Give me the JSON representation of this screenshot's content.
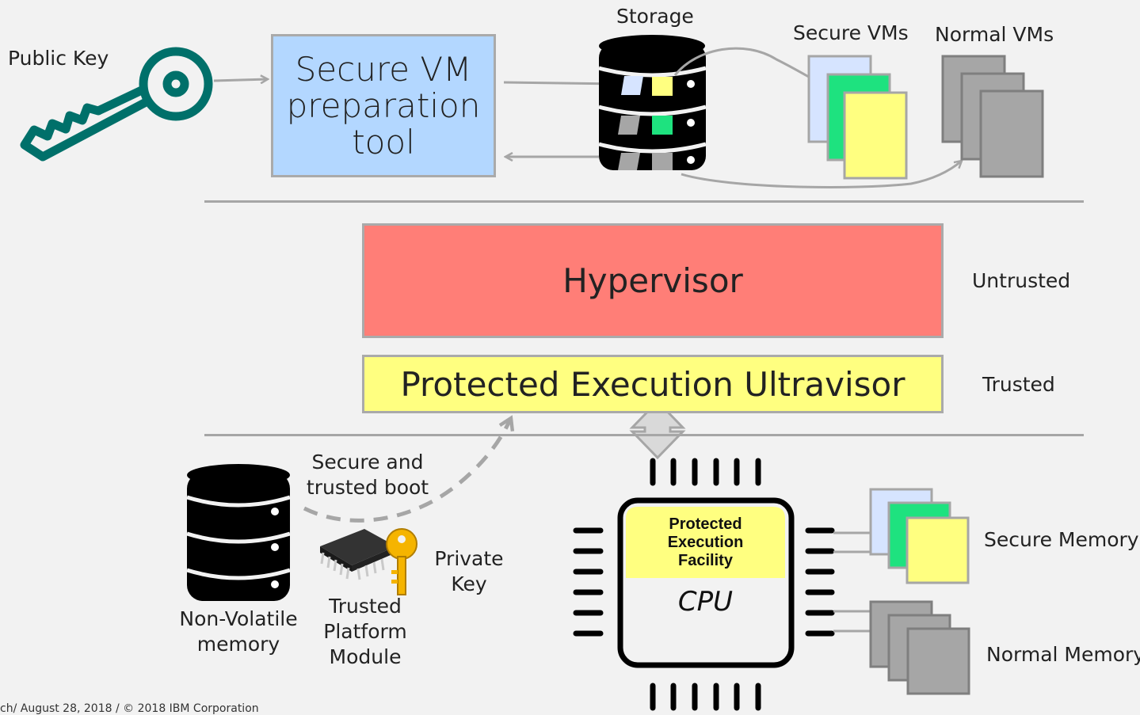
{
  "labels": {
    "public_key": "Public Key",
    "prep_tool_line1": "Secure VM",
    "prep_tool_line2": "preparation",
    "prep_tool_line3": "tool",
    "storage": "Storage",
    "secure_vms": "Secure VMs",
    "normal_vms": "Normal VMs",
    "hypervisor": "Hypervisor",
    "untrusted": "Untrusted",
    "ultravisor": "Protected Execution Ultravisor",
    "trusted": "Trusted",
    "boot_line1": "Secure and",
    "boot_line2": "trusted boot",
    "nvm_line1": "Non-Volatile",
    "nvm_line2": "memory",
    "tpm_line1": "Trusted",
    "tpm_line2": "Platform",
    "tpm_line3": "Module",
    "private_key_line1": "Private",
    "private_key_line2": "Key",
    "pef_line1": "Protected",
    "pef_line2": "Execution",
    "pef_line3": "Facility",
    "cpu": "CPU",
    "secure_memory": "Secure Memory",
    "normal_memory": "Normal Memory",
    "footer": "ch/ August 28, 2018 / © 2018 IBM Corporation"
  },
  "colors": {
    "background": "#f2f2f2",
    "prep_tool": "#b3d7ff",
    "hypervisor": "#ff7e77",
    "ultravisor": "#ffff80",
    "key_teal": "#00706a",
    "secure_blue": "#d6e4ff",
    "secure_green": "#1ee27f",
    "secure_yellow": "#ffff80",
    "normal_gray": "#a6a6a6",
    "arrow_gray": "#a6a6a6"
  },
  "icons": [
    "key-icon",
    "storage-icon",
    "database-icon",
    "chip-icon",
    "gold-key-icon",
    "cpu-icon"
  ]
}
